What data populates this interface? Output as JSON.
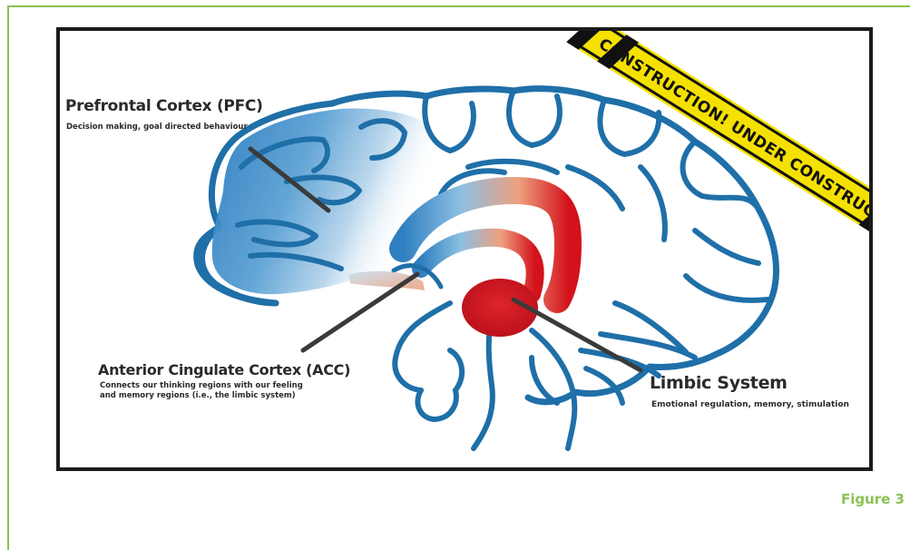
{
  "figure": {
    "caption": "Figure 3"
  },
  "colors": {
    "accent": "#8cc152",
    "brain_outline": "#1f6fa8",
    "pfc_fill": "#2f7fc1",
    "limbic_red": "#d3121c",
    "peach": "#eea07f",
    "tape_yellow": "#f5e100"
  },
  "tape": {
    "text": "CONSTRUCTION! UNDER CONSTRUCTION!"
  },
  "labels": {
    "pfc": {
      "title": "Prefrontal Cortex (PFC)",
      "description": "Decision making, goal directed behaviour"
    },
    "acc": {
      "title": "Anterior Cingulate Cortex (ACC)",
      "description_line1": "Connects our thinking regions with our feeling",
      "description_line2": "and memory regions (i.e., the limbic system)"
    },
    "limbic": {
      "title": "Limbic System",
      "description": "Emotional regulation, memory, stimulation"
    }
  }
}
